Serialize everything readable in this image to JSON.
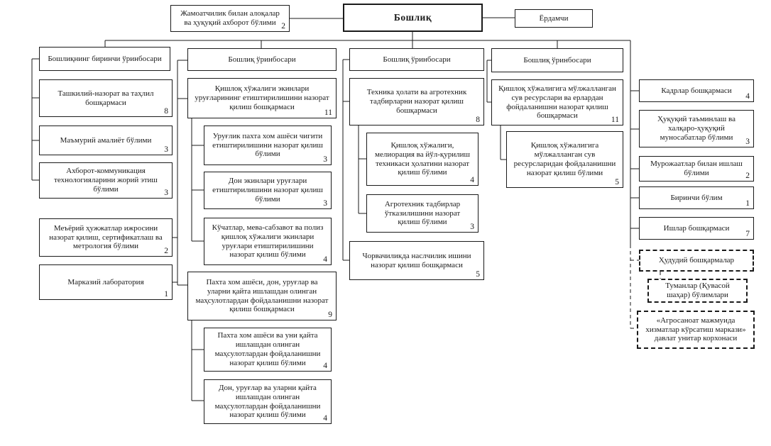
{
  "colors": {
    "border": "#1a1a1a",
    "line": "#1a1a1a",
    "background": "#ffffff"
  },
  "top": {
    "public_relations": {
      "label": "Жамоатчилик билан алоқалар ва ҳуқуқий ахборот бўлими",
      "count": "2"
    },
    "chief": {
      "label": "Бошлиқ"
    },
    "assistant": {
      "label": "Ёрдамчи"
    }
  },
  "columns": [
    {
      "header": {
        "label": "Бошлиқнинг биринчи ўринбосари"
      },
      "boxes": [
        {
          "label": "Ташкилий-назорат ва таҳлил бошқармаси",
          "count": "8"
        },
        {
          "label": "Маъмурий амалиёт бўлими",
          "count": "3"
        },
        {
          "label": "Ахборот-коммуникация технологияларини жорий этиш бўлими",
          "count": "3"
        },
        {
          "label": "Меъёрий ҳужжатлар ижросини назорат қилиш, сертификатлаш ва метрология бўлими",
          "count": "2"
        },
        {
          "label": "Марказий лаборатория",
          "count": "1"
        }
      ]
    },
    {
      "header": {
        "label": "Бошлиқ ўринбосари"
      },
      "boxes": [
        {
          "label": "Қишлоқ хўжалиги экинлари уруғларининг етиштирилишини назорат қилиш бошқармаси",
          "count": "11"
        },
        {
          "label": "Уруғлик пахта хом ашёси чигити етиштирилишини назорат қилиш бўлими",
          "count": "3"
        },
        {
          "label": "Дон экинлари уруғлари етиштирилишини назорат қилиш бўлими",
          "count": "3"
        },
        {
          "label": "Кўчатлар, мева-сабзавот ва полиз қишлоқ хўжалиги экинлари уруғлари етиштирилишини назорат қилиш бўлими",
          "count": "4"
        },
        {
          "label": "Пахта хом ашёси, дон, уруғлар ва уларни қайта ишлашдан олинган маҳсулотлардан фойдаланишни назорат қилиш бошқармаси",
          "count": "9"
        },
        {
          "label": "Пахта хом ашёси ва уни қайта ишлашдан олинган маҳсулотлардан фойдаланишни назорат қилиш бўлими",
          "count": "4"
        },
        {
          "label": "Дон, уруғлар ва уларни қайта ишлашдан олинган маҳсулотлардан фойдаланишни назорат қилиш бўлими",
          "count": "4"
        }
      ]
    },
    {
      "header": {
        "label": "Бошлиқ ўринбосари"
      },
      "boxes": [
        {
          "label": "Техника ҳолати ва агротехник тадбирларни назорат қилиш бошқармаси",
          "count": "8"
        },
        {
          "label": "Қишлоқ хўжалиги, мелиорация ва йўл-қурилиш техникаси ҳолатини назорат қилиш бўлими",
          "count": "4"
        },
        {
          "label": "Агротехник тадбирлар ўтказилишини назорат қилиш бўлими",
          "count": "3"
        },
        {
          "label": "Чорвачиликда наслчилик ишини назорат қилиш бошқармаси",
          "count": "5"
        }
      ]
    },
    {
      "header": {
        "label": "Бошлиқ ўринбосари"
      },
      "boxes": [
        {
          "label": "Қишлоқ хўжалигига мўлжалланган сув ресурслари ва ерлардан фойдаланишни назорат қилиш бошқармаси",
          "count": "11"
        },
        {
          "label": "Қишлоқ хўжалигига мўлжалланган сув ресурсларидан фойдаланишни назорат қилиш бўлими",
          "count": "5"
        }
      ]
    },
    {
      "boxes": [
        {
          "label": "Кадрлар бошқармаси",
          "count": "4"
        },
        {
          "label": "Ҳуқуқий таъминлаш ва халқаро-ҳуқуқий муносабатлар бўлими",
          "count": "3"
        },
        {
          "label": "Мурожаатлар билан ишлаш бўлими",
          "count": "2"
        },
        {
          "label": "Биринчи бўлим",
          "count": "1"
        },
        {
          "label": "Ишлар бошқармаси",
          "count": "7"
        }
      ],
      "dashed": [
        {
          "label": "Ҳудудий бошқармалар"
        },
        {
          "label": "Туманлар (Қувасой шаҳар) бўлимлари"
        },
        {
          "label": "«Агросаноат мажмуида хизматлар кўрсатиш маркази» давлат унитар корхонаси"
        }
      ]
    }
  ]
}
